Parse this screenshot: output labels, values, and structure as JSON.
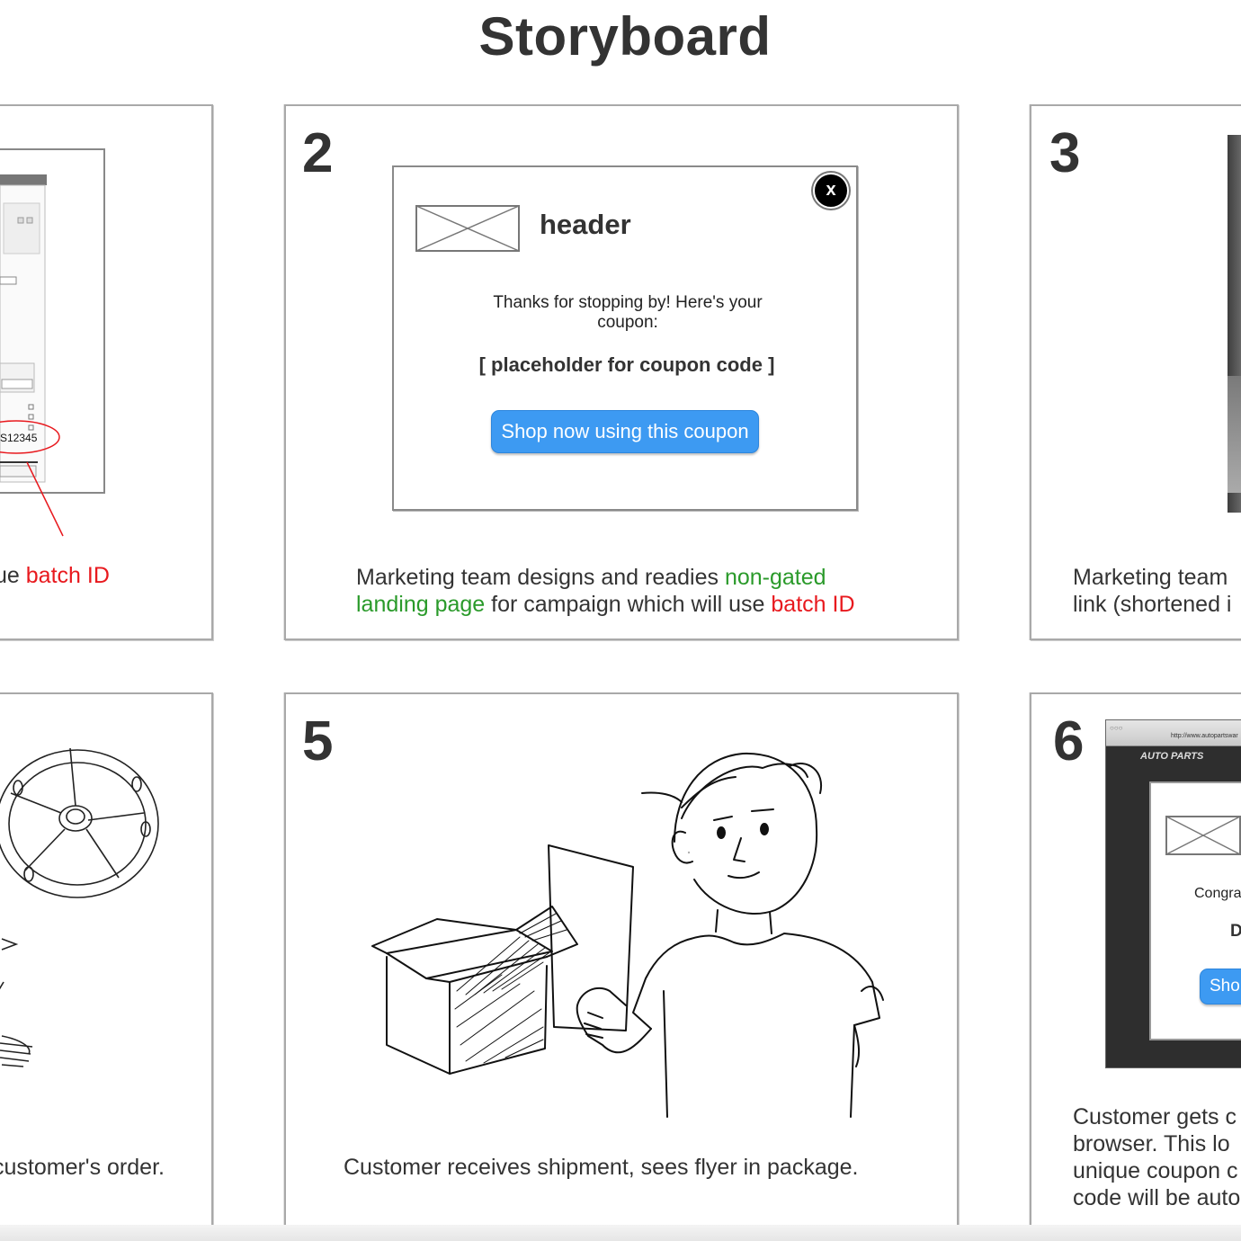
{
  "title": "Storyboard",
  "panel1": {
    "coupon_code": "S12345",
    "caption_part1": "ue ",
    "caption_red": "batch ID"
  },
  "panel2": {
    "number": "2",
    "popup_header": "header",
    "popup_close": "x",
    "popup_message": "Thanks for stopping by!  Here's your coupon:",
    "popup_code": "[ placeholder for coupon code ]",
    "popup_button": "Shop now using this coupon",
    "caption_line1_a": "Marketing team designs and readies ",
    "caption_line1_green": "non-gated",
    "caption_line2_green": "landing page",
    "caption_line2_b": " for campaign which will use ",
    "caption_line2_red": "batch ID"
  },
  "panel3": {
    "number": "3",
    "caption_line1": "Marketing team",
    "caption_line2": "link (shortened i"
  },
  "panel4": {
    "caption": "customer's order."
  },
  "panel5": {
    "number": "5",
    "caption": "Customer receives shipment, sees flyer in package."
  },
  "panel6": {
    "number": "6",
    "browser_url": "http://www.autopartswar",
    "site_logo": "AUTO PARTS",
    "popup_text": "Congra",
    "popup_code_partial": "D",
    "popup_button_partial": "Sho",
    "caption_line1": "Customer gets c",
    "caption_line2": "browser.  This lo",
    "caption_line3": "unique coupon c",
    "caption_line4": "code will be auto"
  },
  "colors": {
    "red": "#e8191e",
    "green": "#2a9a2a",
    "button_blue": "#3d9af2"
  }
}
